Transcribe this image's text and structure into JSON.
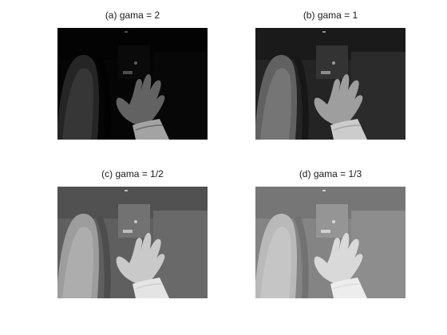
{
  "figure": {
    "panels": [
      {
        "title": "(a) gama = 2",
        "gamma": 2
      },
      {
        "title": "(b) gama = 1",
        "gamma": 1
      },
      {
        "title": "(c) gama = 1/2",
        "gamma": 0.5
      },
      {
        "title": "(d) gama = 1/3",
        "gamma": 0.3333
      }
    ]
  }
}
